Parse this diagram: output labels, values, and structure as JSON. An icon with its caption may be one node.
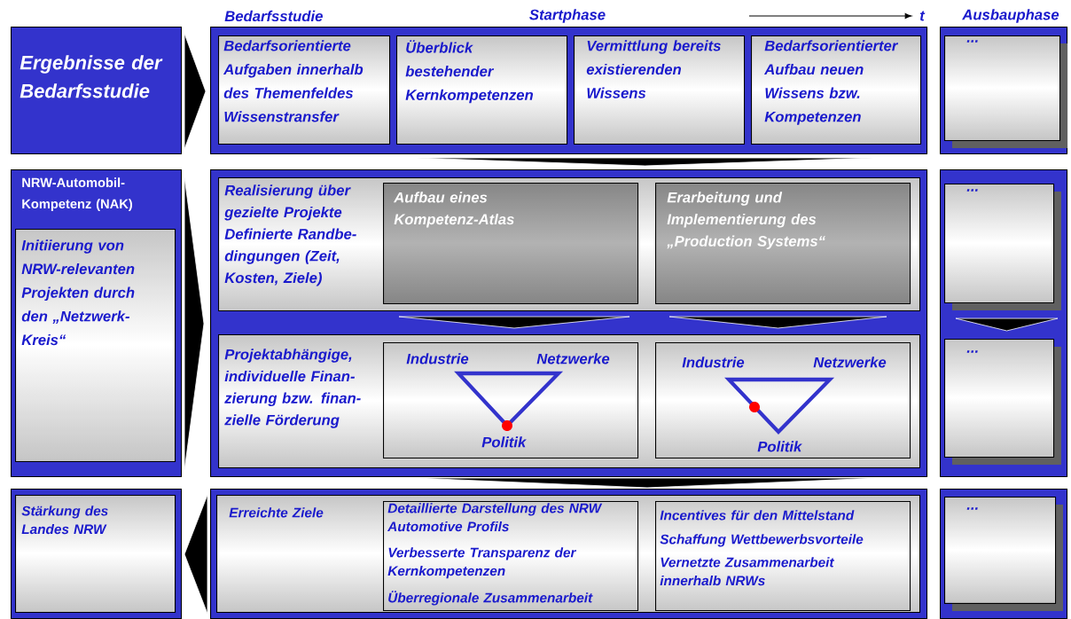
{
  "diagram": {
    "nodes": [
      {
        "text": [
          "Ergebnisse der Bedarfsstudie"
        ]
      },
      {
        "text": [],
        "shape": "box"
      },
      {
        "text": [
          "Bedarfsorientierte Aufgaben innerhalb des Themenfeldes Wissenstransfer"
        ],
        "in": 1
      },
      {
        "text": [
          "Überblick bestehender Kernkompetenzen"
        ],
        "in": 1
      },
      {
        "text": [
          "Vermittlung bereits existierenden Wissens"
        ],
        "in": 1
      },
      {
        "text": [
          "Bedarfsorientierter Aufbau neuen Wissens bzw. Kompetenzen"
        ],
        "in": 1
      },
      {
        "text": [],
        "shape": "box"
      },
      {
        "text": [
          "..."
        ],
        "in": 6
      },
      {
        "text": [
          "NRW-Automobil-Kompetenz (NAK)"
        ]
      },
      {
        "text": [
          "Initiierung von NRW-relevanten Projekten durch den „Netzwerk-Kreis“"
        ],
        "in": 8
      },
      {
        "text": [],
        "shape": "box"
      },
      {
        "text": [
          "Realisierung über gezielte Projekte Definierte Randbe- dingungen (Zeit, Kosten, Ziele)"
        ],
        "in": 10
      },
      {
        "text": [
          "Aufbau eines Kompetenz-Atlas"
        ],
        "in": 11
      },
      {
        "text": [
          "Erarbeitung und Implementierung des „Production Systems“"
        ],
        "in": 11
      },
      {
        "text": [
          "Projektabhängige, individuelle Finan- zierung bzw. finan- zielle Förderung"
        ],
        "in": 10
      },
      {
        "text": [
          "Industrie",
          "Netzwerke",
          "Politik"
        ],
        "in": 14
      },
      {
        "text": [
          "Industrie",
          "Netzwerke",
          "Politik"
        ],
        "in": 14
      },
      {
        "text": [],
        "shape": "box"
      },
      {
        "text": [
          "..."
        ],
        "in": 17
      },
      {
        "text": [
          "..."
        ],
        "in": 17
      },
      {
        "text": [],
        "shape": "box"
      },
      {
        "text": [
          "Stärkung des Landes NRW"
        ],
        "in": 20
      },
      {
        "text": [],
        "shape": "box"
      },
      {
        "text": [
          "Erreichte Ziele"
        ],
        "in": 22
      },
      {
        "text": [
          "Detaillierte Darstellung des NRW Automotive Profils",
          "Verbesserte Transparenz der Kernkompetenzen",
          "Überregionale Zusammenarbeit"
        ],
        "in": 23
      },
      {
        "text": [
          "Incentives für den Mittelstand",
          "Schaffung Wettbewerbsvorteile",
          "Vernetzte Zusammenarbeit innerhalb NRWs"
        ],
        "in": 23
      },
      {
        "text": [],
        "shape": "box"
      },
      {
        "text": [
          "..."
        ],
        "in": 26
      }
    ],
    "edges": [
      {
        "from": 0,
        "to": 1,
        "arrow": "to"
      },
      {
        "from": 1,
        "to": 10,
        "arrow": "to"
      },
      {
        "from": 8,
        "to": 10,
        "arrow": "to"
      },
      {
        "from": 12,
        "to": 15,
        "arrow": "to"
      },
      {
        "from": 13,
        "to": 16,
        "arrow": "to"
      },
      {
        "from": 18,
        "to": 19,
        "arrow": "to"
      },
      {
        "from": 10,
        "to": 22,
        "arrow": "to"
      },
      {
        "from": 22,
        "to": 20,
        "arrow": "to"
      }
    ],
    "labels": [
      "Bedarfsstudie",
      "Startphase",
      "t",
      "Ausbauphase"
    ]
  }
}
